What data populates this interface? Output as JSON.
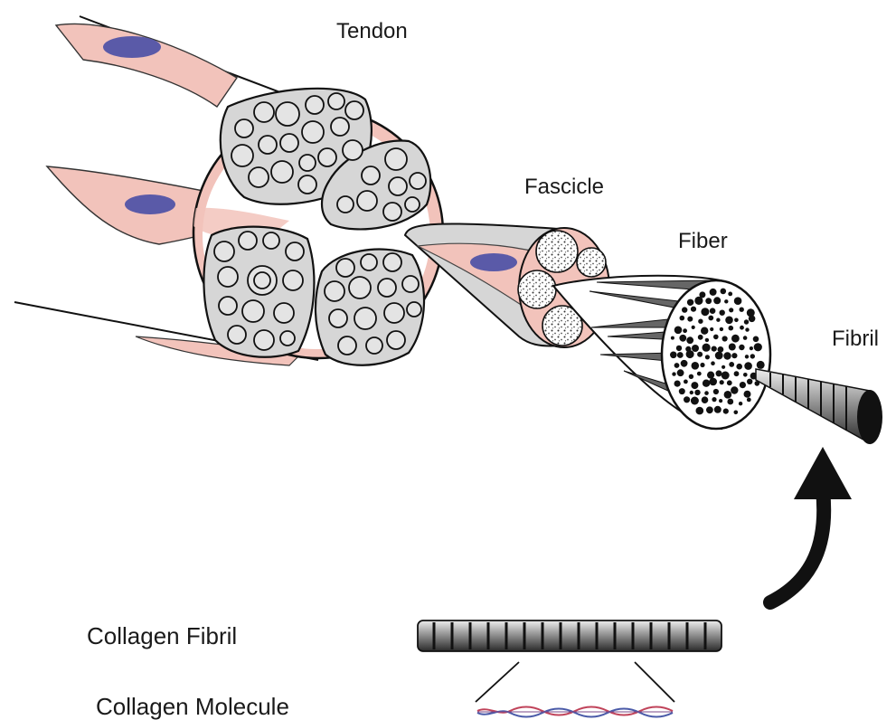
{
  "labels": {
    "tendon": "Tendon",
    "fascicle": "Fascicle",
    "fiber": "Fiber",
    "fibril": "Fibril",
    "collagen_fibril": "Collagen Fibril",
    "collagen_molecule": "Collagen Molecule"
  },
  "colors": {
    "cell_pink": "#f2c3bb",
    "nucleus": "#5a5aa8",
    "fascicle_gray": "#d6d6d6",
    "outline": "#111111"
  }
}
